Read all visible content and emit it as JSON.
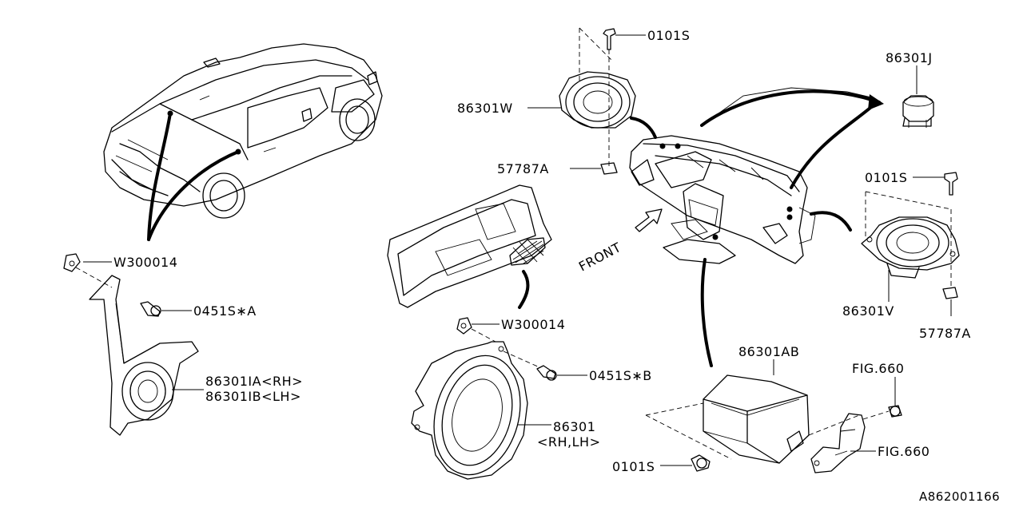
{
  "labels": {
    "p0101s_top": "0101S",
    "p86301j": "86301J",
    "p86301w": "86301W",
    "p57787a_top": "57787A",
    "p0101s_right": "0101S",
    "p86301v": "86301V",
    "p57787a_right": "57787A",
    "p86301ab": "86301AB",
    "fig660_top": "FIG.660",
    "fig660_bottom": "FIG.660",
    "p0101s_bottom": "0101S",
    "w300014_left": "W300014",
    "p0451s_a": "0451S∗A",
    "p86301ia": "86301IA<RH>",
    "p86301ib": "86301IB<LH>",
    "w300014_mid": "W300014",
    "p0451s_b": "0451S∗B",
    "p86301": "86301",
    "p86301_sub": "<RH,LH>",
    "front": "FRONT",
    "diagram_id": "A862001166"
  }
}
